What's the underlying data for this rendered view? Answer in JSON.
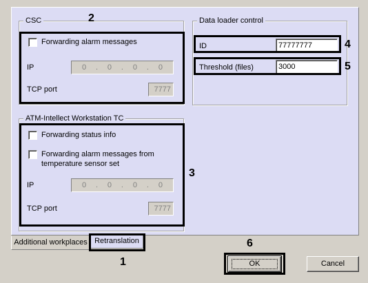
{
  "csc": {
    "legend": "CSC",
    "forward_alarm_label": "Forwarding alarm messages",
    "ip_label": "IP",
    "ip_octets": [
      "0",
      "0",
      "0",
      "0"
    ],
    "tcp_label": "TCP port",
    "tcp_value": "7777"
  },
  "atm": {
    "legend": "ATM-Intellect Workstation TC",
    "forward_status_label": "Forwarding status info",
    "forward_temp_label_1": "Forwarding alarm messages from",
    "forward_temp_label_2": "temperature sensor set",
    "ip_label": "IP",
    "ip_octets": [
      "0",
      "0",
      "0",
      "0"
    ],
    "tcp_label": "TCP port",
    "tcp_value": "7777"
  },
  "loader": {
    "legend": "Data loader control",
    "id_label": "ID",
    "id_value": "77777777",
    "threshold_label": "Threshold (files)",
    "threshold_value": "3000"
  },
  "tabs": [
    {
      "label": "Additional workplaces",
      "active": false
    },
    {
      "label": "Retranslation",
      "active": true
    }
  ],
  "buttons": {
    "ok": "OK",
    "cancel": "Cancel"
  },
  "callouts": [
    "1",
    "2",
    "3",
    "4",
    "5",
    "6"
  ]
}
